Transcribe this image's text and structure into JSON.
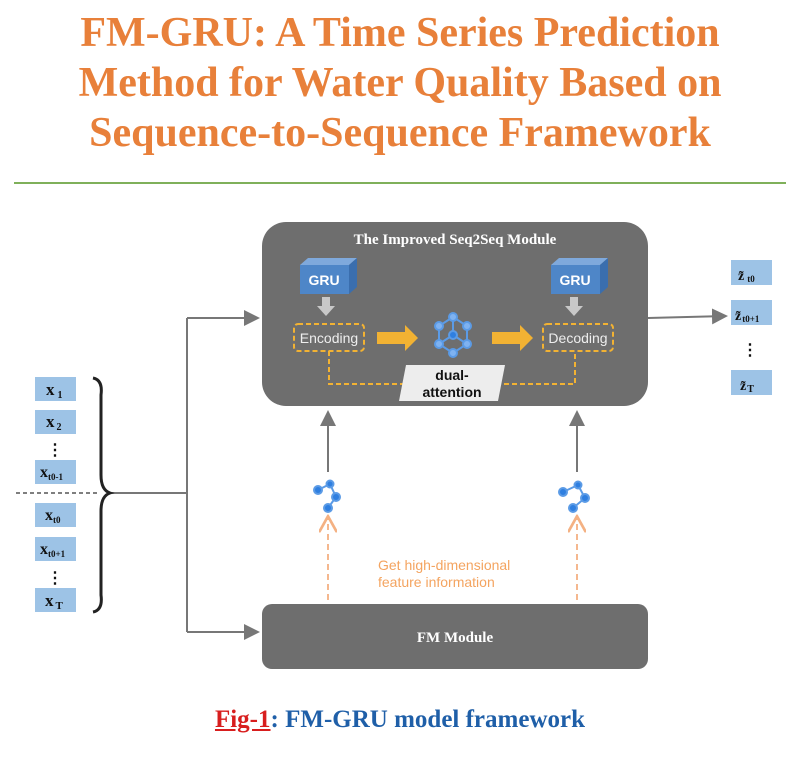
{
  "title": {
    "line1": "FM-GRU: A Time Series Prediction",
    "line2": "Method for Water Quality Based on",
    "line3": "Sequence-to-Sequence Framework"
  },
  "diagram": {
    "seq2seq_title": "The Improved Seq2Seq Module",
    "gru_left": "GRU",
    "gru_right": "GRU",
    "encoding": "Encoding",
    "decoding": "Decoding",
    "dual_attention_1": "dual-",
    "dual_attention_2": "attention",
    "fm_module": "FM Module",
    "feature_text_1": "Get high-dimensional",
    "feature_text_2": "feature information",
    "inputs": [
      {
        "base": "x",
        "sub": "1"
      },
      {
        "base": "x",
        "sub": "2"
      },
      {
        "base": "x",
        "sub": "t0-1"
      },
      {
        "base": "x",
        "sub": "t0"
      },
      {
        "base": "x",
        "sub": "t0+1"
      },
      {
        "base": "x",
        "sub": "T"
      }
    ],
    "outputs": [
      {
        "base": "z̃",
        "sub": "t0"
      },
      {
        "base": "z̃",
        "sub": "t0+1"
      },
      {
        "base": "z̃",
        "sub": "T"
      }
    ],
    "ellipsis": "⋮"
  },
  "caption": {
    "fig": "Fig-1",
    "text": ": FM-GRU model framework"
  },
  "colors": {
    "title": "#E8803A",
    "module": "#6E6E6E",
    "box": "#9DC3E6",
    "gru": "#4E86C8",
    "accent": "#F2B233"
  }
}
